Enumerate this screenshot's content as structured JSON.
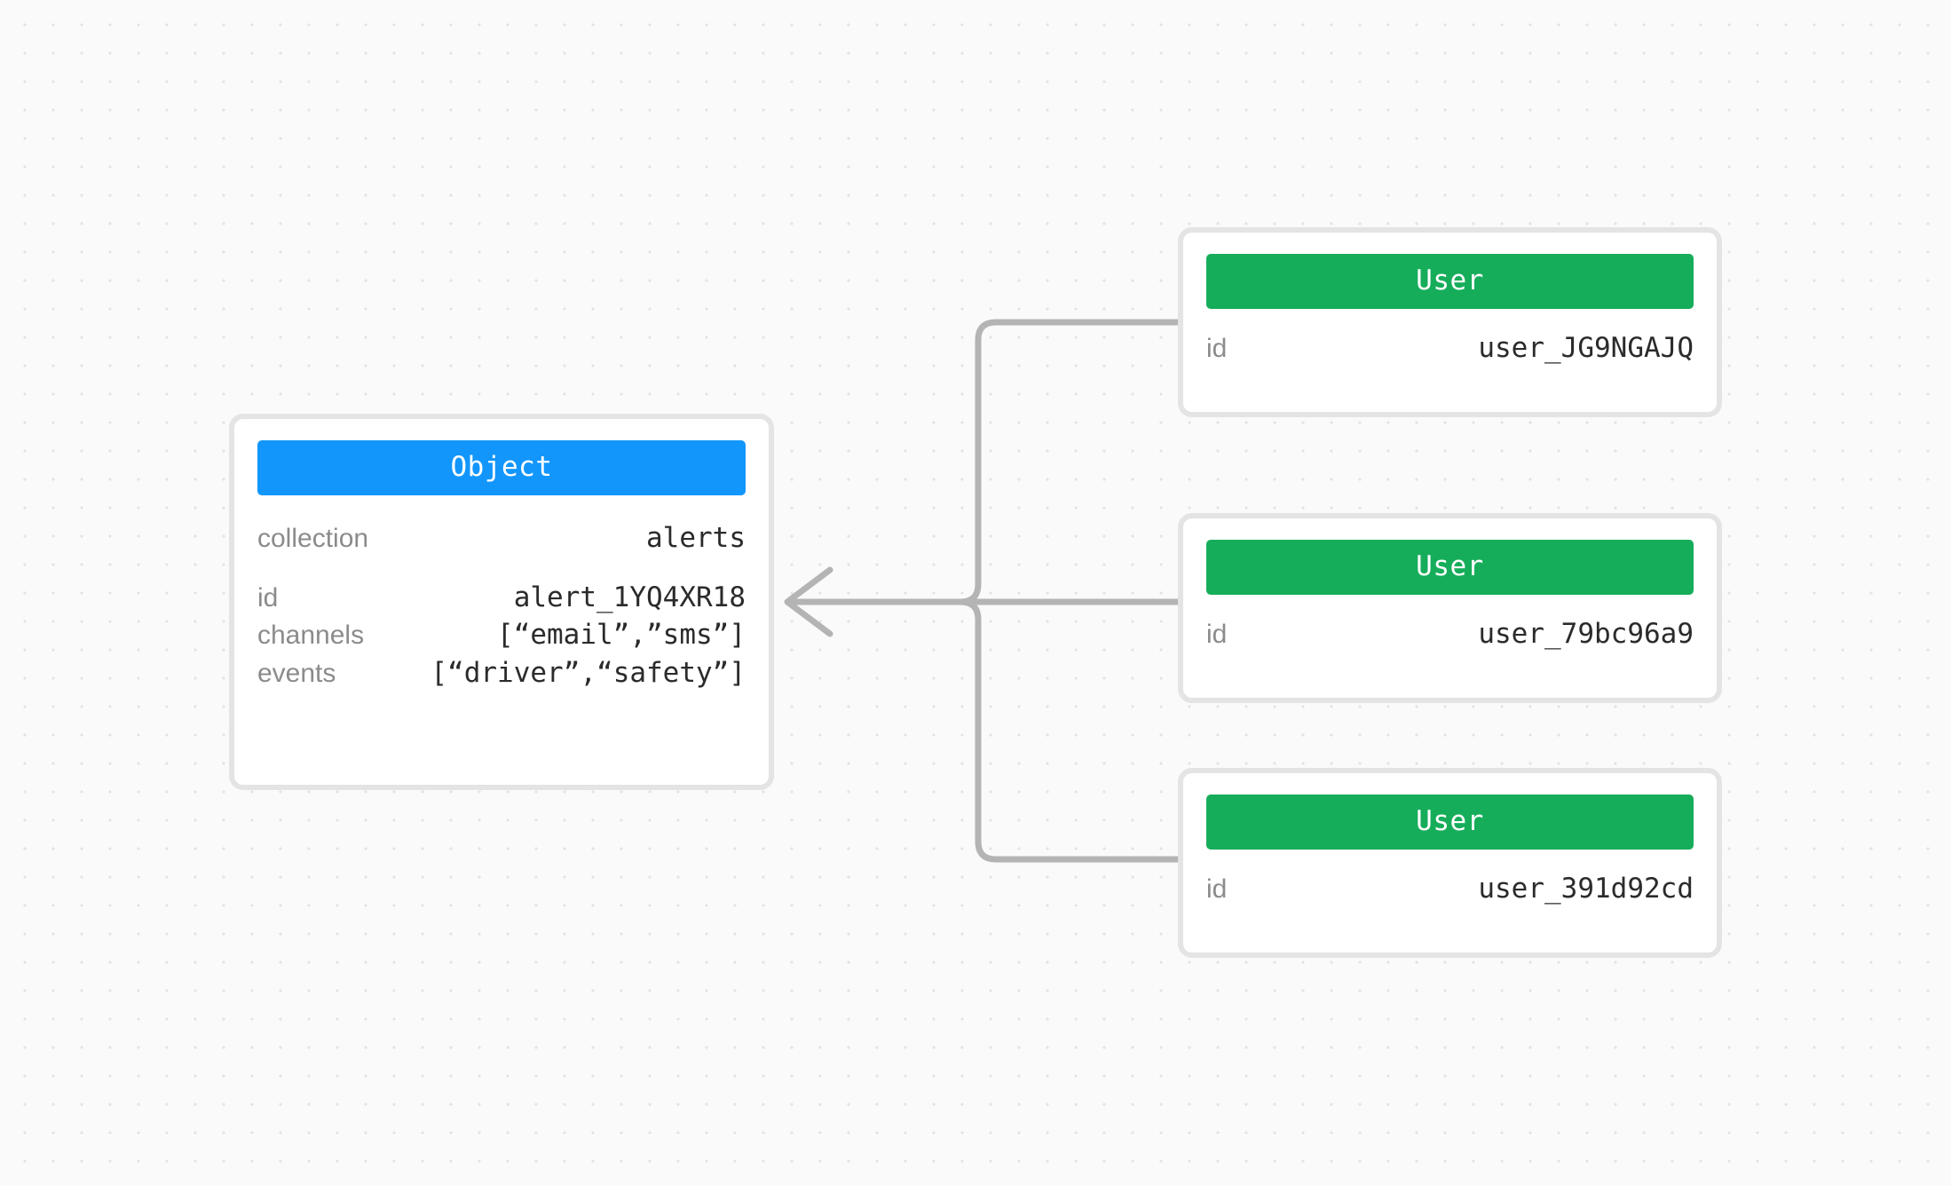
{
  "canvas": {
    "background": "#fafafa",
    "dot_color": "#e3e3e3",
    "edge_color": "#b4b4b4",
    "card_border_color": "#e4e4e4"
  },
  "nodes": {
    "object": {
      "header": "Object",
      "header_color": "#1296fc",
      "primary": [
        {
          "label": "collection",
          "value": "alerts"
        }
      ],
      "fields": [
        {
          "label": "id",
          "value": "alert_1YQ4XR18"
        },
        {
          "label": "channels",
          "value": "[“email”,”sms”]"
        },
        {
          "label": "events",
          "value": "[“driver”,“safety”]"
        }
      ]
    },
    "users": [
      {
        "header": "User",
        "header_color": "#16ad5a",
        "fields": [
          {
            "label": "id",
            "value": "user_JG9NGAJQ"
          }
        ]
      },
      {
        "header": "User",
        "header_color": "#16ad5a",
        "fields": [
          {
            "label": "id",
            "value": "user_79bc96a9"
          }
        ]
      },
      {
        "header": "User",
        "header_color": "#16ad5a",
        "fields": [
          {
            "label": "id",
            "value": "user_391d92cd"
          }
        ]
      }
    ]
  },
  "edges": [
    {
      "from": "user-1",
      "to": "object",
      "direction": "left"
    },
    {
      "from": "user-2",
      "to": "object",
      "direction": "left"
    },
    {
      "from": "user-3",
      "to": "object",
      "direction": "left"
    }
  ]
}
